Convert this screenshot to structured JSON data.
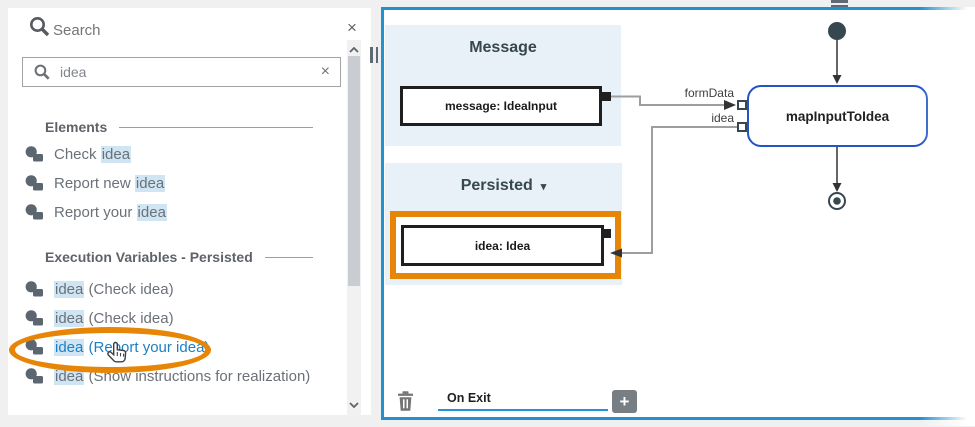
{
  "colors": {
    "panel_border_blue": "#2491cf",
    "section_bg_blue": "#e8f1f8",
    "node_border_blue": "#2254c5",
    "search_highlight_bg": "#cfe5f3",
    "link_blue": "#1d80c4",
    "annotation_orange": "#e78606",
    "tab_underline_blue": "#2196d3"
  },
  "search_panel": {
    "title": "Search",
    "close_icon": "×",
    "input": {
      "value": "idea",
      "clear_icon": "×"
    },
    "sections": [
      {
        "title": "Elements",
        "items": [
          {
            "pre": "Check ",
            "highlight": "idea",
            "post": ""
          },
          {
            "pre": "Report new ",
            "highlight": "idea",
            "post": ""
          },
          {
            "pre": "Report your ",
            "highlight": "idea",
            "post": ""
          }
        ]
      },
      {
        "title": "Execution Variables - Persisted",
        "items": [
          {
            "pre": "",
            "highlight": "idea",
            "post": " (Check idea)"
          },
          {
            "pre": "",
            "highlight": "idea",
            "post": " (Check idea)"
          },
          {
            "pre": "",
            "highlight": "idea",
            "post": " (Report your idea)"
          },
          {
            "pre": "",
            "highlight": "idea",
            "post": " (Show instructions for realization)"
          }
        ]
      }
    ]
  },
  "diagram": {
    "message_section": {
      "title": "Message",
      "box_label": "message: IdeaInput"
    },
    "persisted_section": {
      "title": "Persisted",
      "caret": "▾",
      "box_label": "idea: Idea"
    },
    "node_label": "mapInputToIdea",
    "edge_labels": {
      "top": "formData",
      "bottom": "idea"
    },
    "footer": {
      "tab_label": "On Exit",
      "add_label": "+"
    }
  }
}
